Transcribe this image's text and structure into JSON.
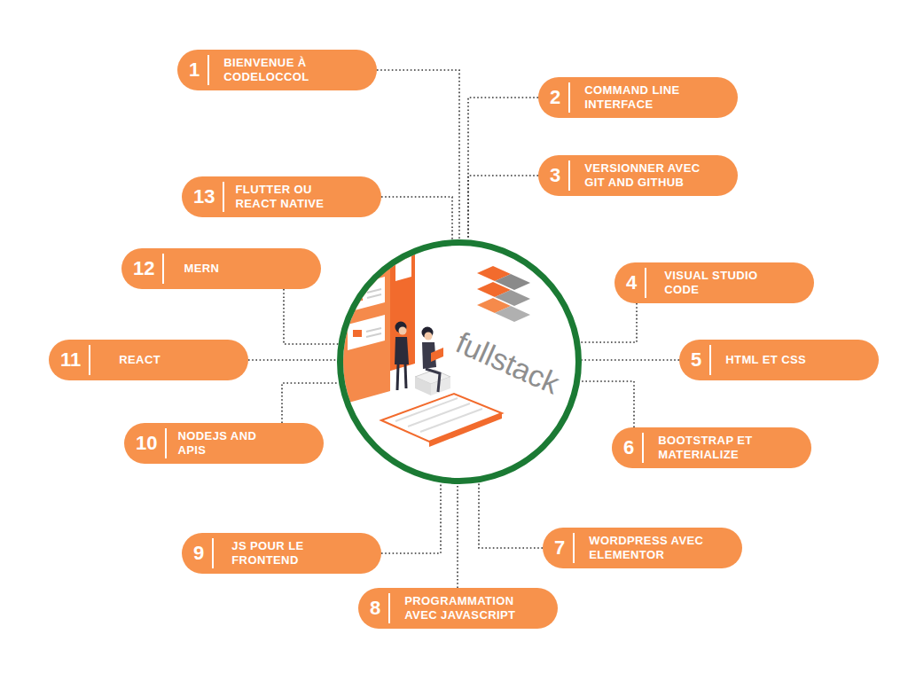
{
  "diagram": {
    "nodes": [
      {
        "text": [
          "1",
          "BIENVENUE À CODELOCCOL"
        ]
      },
      {
        "text": [
          "2",
          "COMMAND LINE INTERFACE"
        ]
      },
      {
        "text": [
          "3",
          "VERSIONNER AVEC GIT AND GITHUB"
        ]
      },
      {
        "text": [
          "4",
          "VISUAL STUDIO CODE"
        ]
      },
      {
        "text": [
          "5",
          "HTML ET CSS"
        ]
      },
      {
        "text": [
          "6",
          "BOOTSTRAP ET MATERIALIZE"
        ]
      },
      {
        "text": [
          "7",
          "WORDPRESS AVEC ELEMENTOR"
        ]
      },
      {
        "text": [
          "8",
          "PROGRAMMATION AVEC JAVASCRIPT"
        ]
      },
      {
        "text": [
          "9",
          "JS POUR LE FRONTEND"
        ]
      },
      {
        "text": [
          "10",
          "NODEJS AND APIS"
        ]
      },
      {
        "text": [
          "11",
          "REACT"
        ]
      },
      {
        "text": [
          "12",
          "MERN"
        ]
      },
      {
        "text": [
          "13",
          "FLUTTER OU REACT NATIVE"
        ]
      },
      {
        "text": [
          "fullstack"
        ]
      }
    ],
    "edges": [
      {
        "from": 0,
        "to": 13,
        "arrow": "none"
      },
      {
        "from": 1,
        "to": 13,
        "arrow": "none"
      },
      {
        "from": 2,
        "to": 13,
        "arrow": "none"
      },
      {
        "from": 3,
        "to": 13,
        "arrow": "none"
      },
      {
        "from": 4,
        "to": 13,
        "arrow": "none"
      },
      {
        "from": 5,
        "to": 13,
        "arrow": "none"
      },
      {
        "from": 6,
        "to": 13,
        "arrow": "none"
      },
      {
        "from": 7,
        "to": 13,
        "arrow": "none"
      },
      {
        "from": 8,
        "to": 13,
        "arrow": "none"
      },
      {
        "from": 9,
        "to": 13,
        "arrow": "none"
      },
      {
        "from": 10,
        "to": 13,
        "arrow": "none"
      },
      {
        "from": 11,
        "to": 13,
        "arrow": "none"
      },
      {
        "from": 12,
        "to": 13,
        "arrow": "none"
      }
    ]
  }
}
